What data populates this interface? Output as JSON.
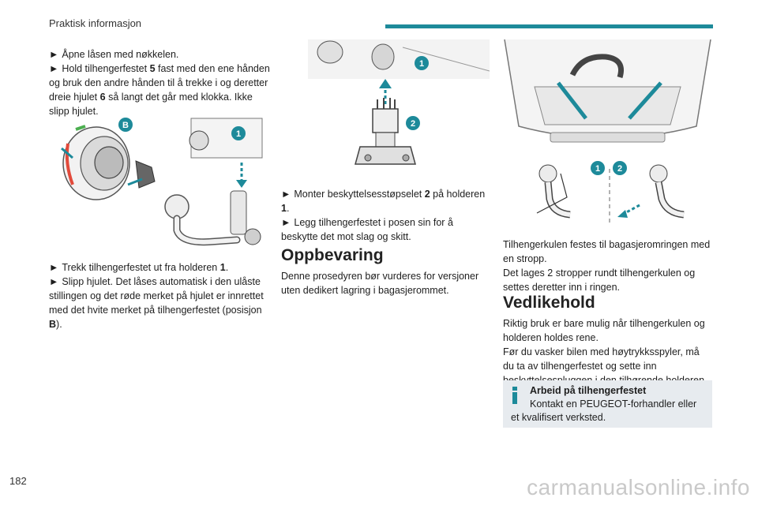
{
  "header": {
    "section": "Praktisk informasjon",
    "page_number": "182",
    "accent_color": "#1d8a9a"
  },
  "col1": {
    "step1": "Åpne låsen med nøkkelen.",
    "step2_a": "Hold tilhengerfestet",
    "step2_num": "5",
    "step2_b": "fast med den ene hånden og bruk den andre hånden til å trekke i og deretter dreie hjulet",
    "step2_num2": "6",
    "step2_c": "så langt det går med klokka. Ikke slipp hjulet.",
    "step3_a": "Trekk tilhengerfestet ut fra holderen",
    "step3_num": "1",
    "step3_b": ".",
    "step4_a": "Slipp hjulet. Det låses automatisk i den ulåste stillingen og det røde merket på hjulet er innrettet med det hvite merket på tilhengerfestet (posisjon",
    "step4_num": "B",
    "step4_b": ").",
    "fig_badges": [
      "B",
      "1"
    ]
  },
  "col2": {
    "step1_a": "Monter beskyttelsesstøpselet",
    "step1_num": "2",
    "step1_b": "på holderen",
    "step1_num2": "1",
    "step1_c": ".",
    "step2": "Legg tilhengerfestet i posen sin for å beskytte det mot slag og skitt.",
    "heading": "Oppbevaring",
    "para": "Denne prosedyren bør vurderes for versjoner uten dedikert lagring i bagasjerommet.",
    "fig_badges": [
      "1",
      "2"
    ]
  },
  "col3": {
    "para1": "Tilhengerkulen festes til bagasjeromringen med en stropp.",
    "para2": "Det lages 2 stropper rundt tilhengerkulen og settes deretter inn i ringen.",
    "heading": "Vedlikehold",
    "para3": "Riktig bruk er bare mulig når tilhengerkulen og holderen holdes rene.",
    "para4": "Før du vasker bilen med høytrykksspyler, må du ta av tilhengerfestet og sette inn beskyttelsespluggen i den tilhørende holderen.",
    "info_title": "Arbeid på tilhengerfestet",
    "info_text": "Kontakt en PEUGEOT-forhandler eller et kvalifisert verksted.",
    "fig_badges": [
      "1",
      "2"
    ]
  },
  "arrow_glyph": "►",
  "watermark": "carmanualsonline.info"
}
